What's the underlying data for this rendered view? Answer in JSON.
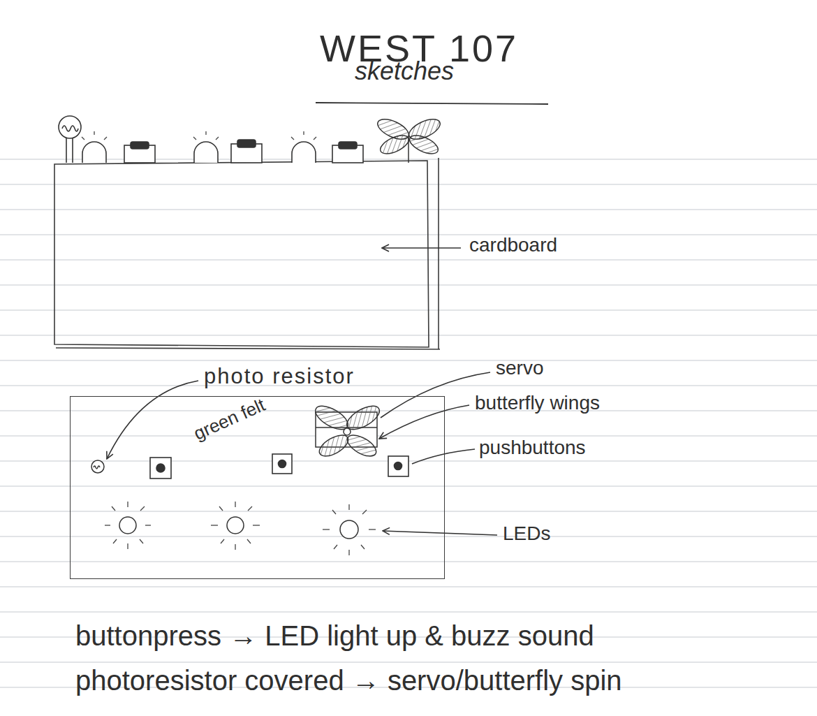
{
  "diagram": {
    "title": "WEST 107",
    "nodes": [
      {
        "text": [
          "green felt"
        ]
      }
    ],
    "labels": [
      "sketches",
      "cardboard",
      "photo resistor",
      "servo",
      "butterfly wings",
      "pushbuttons",
      "LEDs",
      "buttonpress → LED light up & buzz sound",
      "photoresistor covered → servo/butterfly spin"
    ]
  }
}
